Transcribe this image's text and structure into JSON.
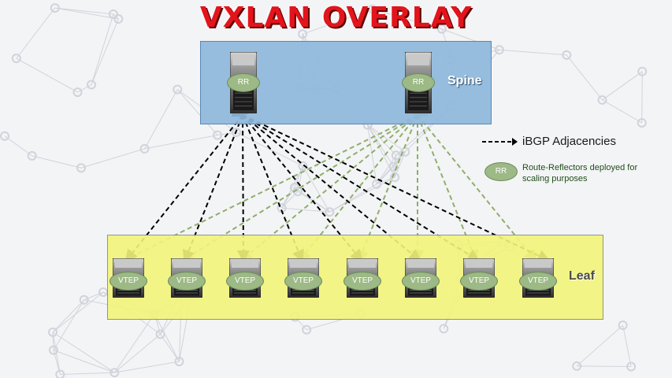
{
  "title": "VXLAN OVERLAY",
  "spine": {
    "label": "Spine",
    "color": "#8fb9dd",
    "nodes": [
      {
        "badge": "RR"
      },
      {
        "badge": "RR"
      }
    ]
  },
  "leaf": {
    "label": "Leaf",
    "color": "#f2f57a",
    "nodes": [
      {
        "badge": "VTEP"
      },
      {
        "badge": "VTEP"
      },
      {
        "badge": "VTEP"
      },
      {
        "badge": "VTEP"
      },
      {
        "badge": "VTEP"
      },
      {
        "badge": "VTEP"
      },
      {
        "badge": "VTEP"
      },
      {
        "badge": "VTEP"
      }
    ]
  },
  "legend": {
    "ibgp_label": "iBGP Adjacencies",
    "rr_badge": "RR",
    "rr_label": "Route-Reflectors deployed for scaling purposes"
  },
  "colors": {
    "title": "#e3141b",
    "rr1_links": "#000000",
    "rr2_links": "#8fae6a",
    "badge": "#9cb986"
  },
  "connections": "Each spine route-reflector has an iBGP adjacency to every leaf VTEP"
}
